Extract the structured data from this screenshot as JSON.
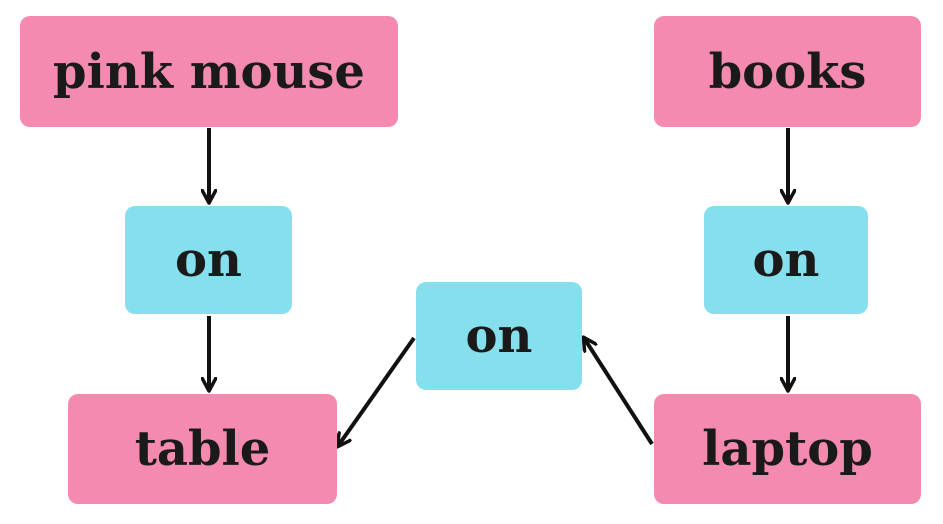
{
  "nodes": {
    "pink_mouse": "pink mouse",
    "books": "books",
    "on_left": "on",
    "on_right": "on",
    "on_center": "on",
    "table": "table",
    "laptop": "laptop"
  },
  "colors": {
    "object_fill": "#f48aaf",
    "relation_fill": "#85dfec",
    "arrow": "#111111"
  }
}
